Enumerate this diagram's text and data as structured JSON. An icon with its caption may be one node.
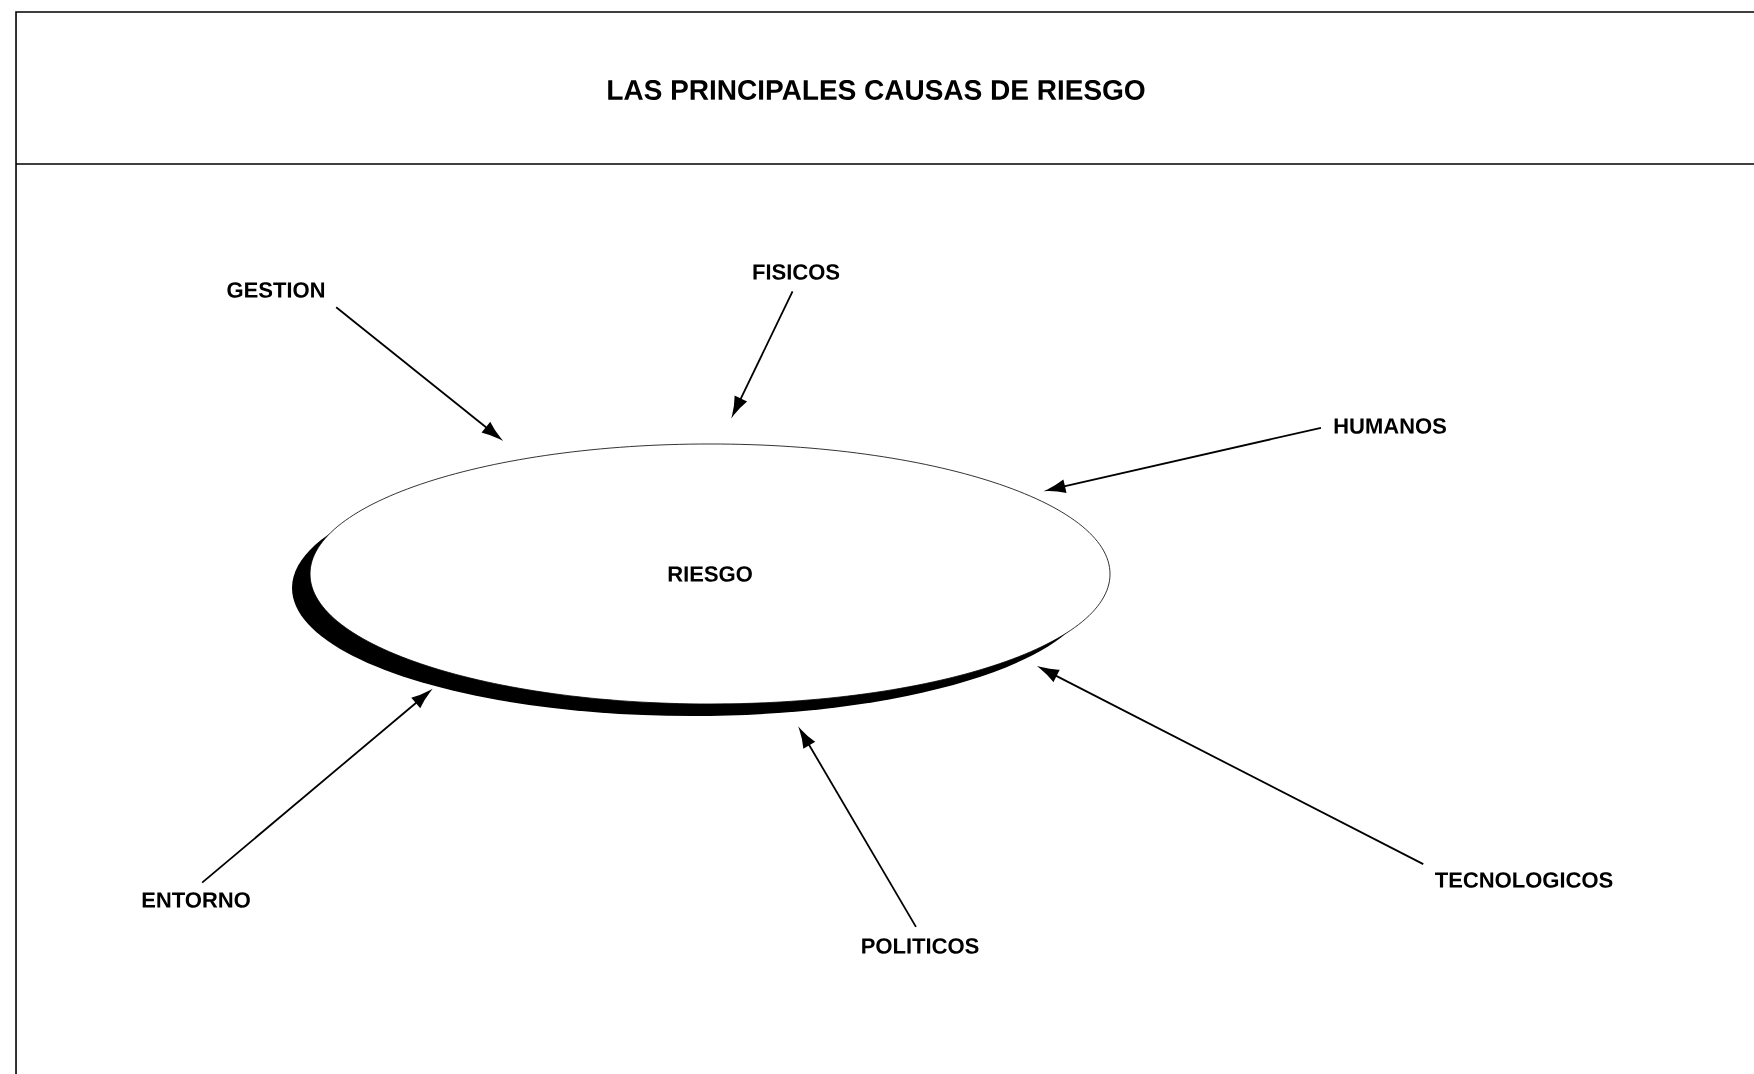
{
  "diagram": {
    "title": "LAS PRINCIPALES  CAUSAS DE RIESGO",
    "nodes": [
      {
        "text": [
          "RIESGO"
        ]
      },
      {
        "text": [
          "GESTION"
        ]
      },
      {
        "text": [
          "FISICOS"
        ]
      },
      {
        "text": [
          "HUMANOS"
        ]
      },
      {
        "text": [
          "ENTORNO"
        ]
      },
      {
        "text": [
          "POLITICOS"
        ]
      },
      {
        "text": [
          "TECNOLOGICOS"
        ]
      }
    ],
    "edges": [
      {
        "from": 1,
        "to": 0,
        "arrow": "to"
      },
      {
        "from": 2,
        "to": 0,
        "arrow": "to"
      },
      {
        "from": 3,
        "to": 0,
        "arrow": "to"
      },
      {
        "from": 4,
        "to": 0,
        "arrow": "to"
      },
      {
        "from": 5,
        "to": 0,
        "arrow": "to"
      },
      {
        "from": 6,
        "to": 0,
        "arrow": "to"
      }
    ]
  }
}
